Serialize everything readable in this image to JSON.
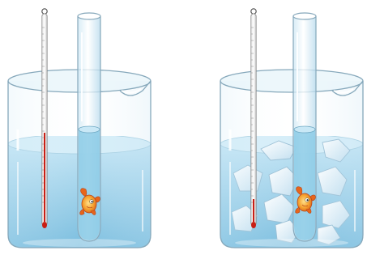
{
  "figure": {
    "panels": [
      {
        "id": "left",
        "contents": [
          "thermometer",
          "test-tube",
          "goldfish",
          "water"
        ],
        "ice": false
      },
      {
        "id": "right",
        "contents": [
          "thermometer",
          "test-tube",
          "goldfish",
          "water",
          "ice-cubes"
        ],
        "ice": true
      }
    ],
    "colors": {
      "water": "#9fd4ec",
      "water_surface": "#c9e8f6",
      "glass_outline": "#7f9db0",
      "thermometer_liquid": "#c81e14",
      "goldfish": "#f08a1c",
      "ice": "#e6f2fa"
    }
  }
}
